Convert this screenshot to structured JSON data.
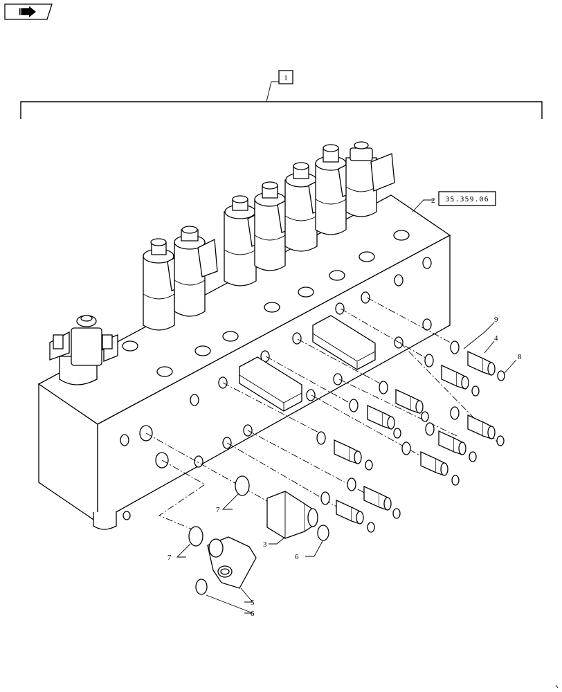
{
  "nav": {
    "icon": "return-arrow-icon"
  },
  "group_label": "1",
  "reference": "35.359.06",
  "callouts": {
    "c2": "2",
    "c3": "3",
    "c4": "4",
    "c5": "5",
    "c6a": "6",
    "c6b": "6",
    "c7a": "7",
    "c7b": "7",
    "c8": "8",
    "c9": "9"
  }
}
